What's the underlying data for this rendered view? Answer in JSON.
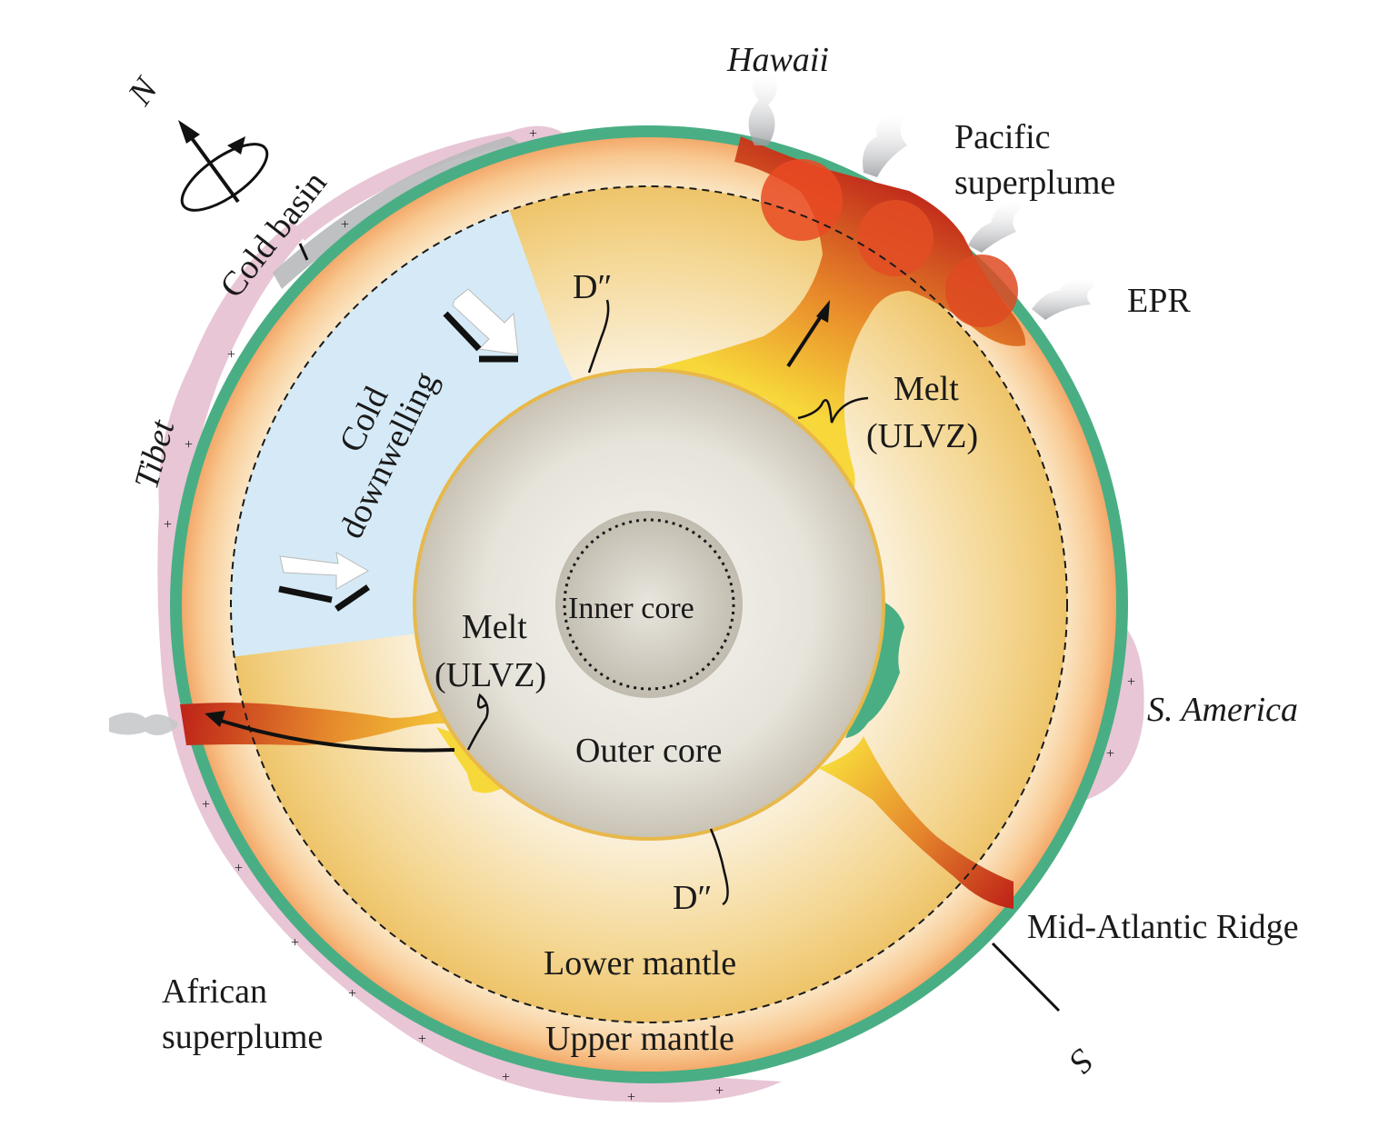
{
  "labels": {
    "north": "N",
    "south": "S",
    "hawaii": "Hawaii",
    "pacific_1": "Pacific",
    "pacific_2": "superplume",
    "epr": "EPR",
    "cold_basin": "Cold basin",
    "tibet": "Tibet",
    "cold_1": "Cold",
    "cold_2": "downwelling",
    "d_double_prime_top": "D″",
    "d_double_prime_bottom": "D″",
    "melt_right_1": "Melt",
    "melt_right_2": "(ULVZ)",
    "melt_left_1": "Melt",
    "melt_left_2": "(ULVZ)",
    "inner_core": "Inner core",
    "outer_core": "Outer core",
    "lower_mantle": "Lower mantle",
    "upper_mantle": "Upper mantle",
    "s_america": "S. America",
    "mid_atlantic": "Mid-Atlantic Ridge",
    "african_1": "African",
    "african_2": "superplume"
  },
  "colors": {
    "crust": "#4aae84",
    "lithosphere_pink": "#e8c6d6",
    "upper_mantle_outer": "#f3a86a",
    "lower_mantle": "#f0c868",
    "lower_mantle_light": "#fbefd4",
    "cold_downwelling": "#d5eaf6",
    "core_light": "#eeede6",
    "core_dark": "#c8c3b6",
    "plume_red": "#c02a18",
    "plume_yellow": "#f7d83a",
    "smoke": "#c4c6c8"
  }
}
